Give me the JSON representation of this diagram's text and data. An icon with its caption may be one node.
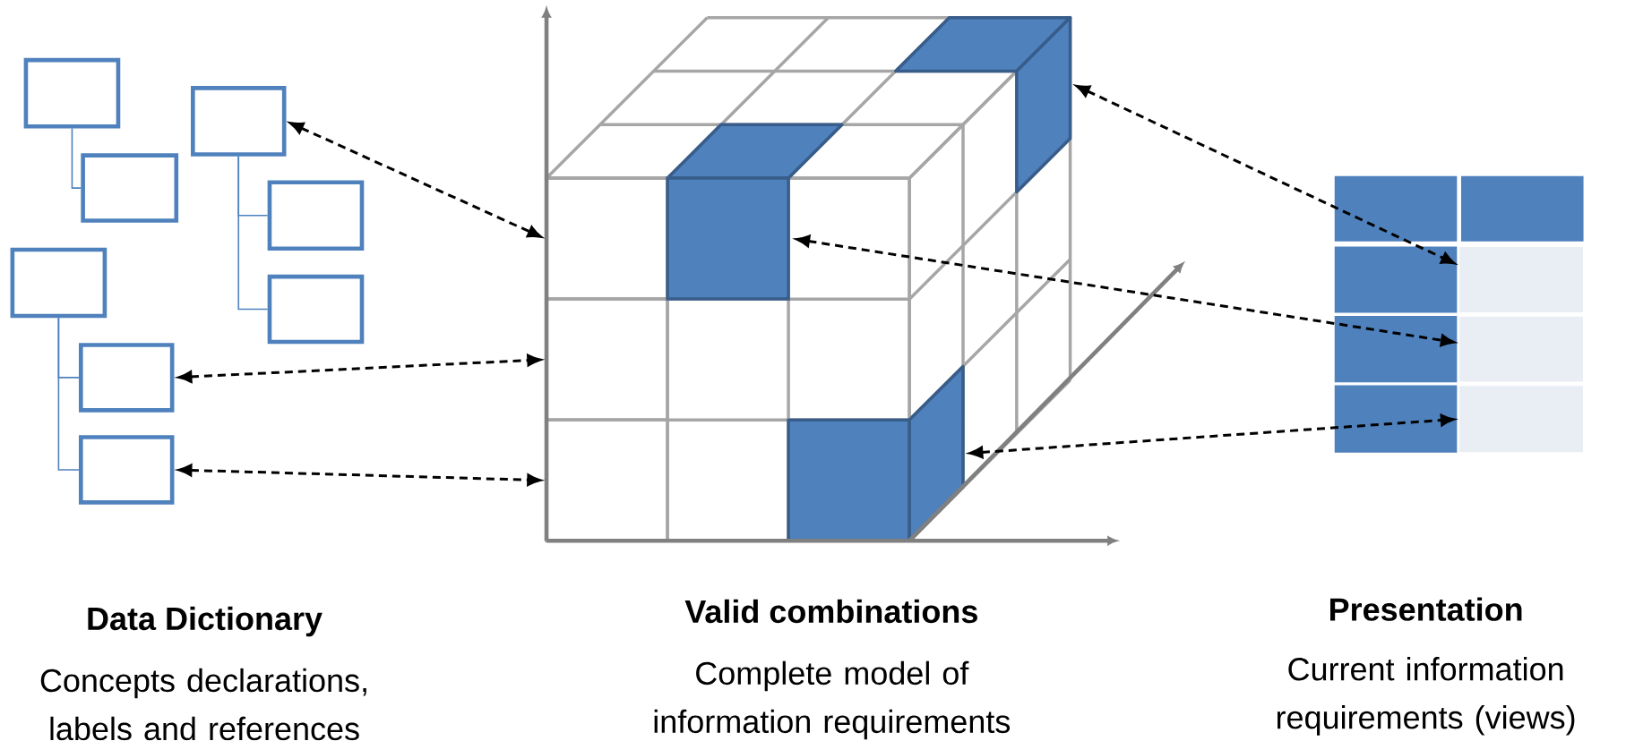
{
  "diagram": {
    "nodes": [
      {
        "text": [],
        "shape": "box"
      },
      {
        "text": [],
        "shape": "box"
      },
      {
        "text": [],
        "shape": "box"
      },
      {
        "text": [],
        "shape": "box"
      },
      {
        "text": [],
        "shape": "box"
      },
      {
        "text": [],
        "shape": "box"
      },
      {
        "text": [],
        "shape": "box"
      },
      {
        "text": [],
        "shape": "box"
      },
      {
        "text": [],
        "shape": "box"
      },
      {
        "text": [],
        "shape": "box"
      },
      {
        "text": [],
        "shape": "box"
      },
      {
        "text": [],
        "shape": "box"
      },
      {
        "text": [],
        "shape": "box"
      },
      {
        "text": [],
        "shape": "box"
      },
      {
        "text": [],
        "shape": "box"
      },
      {
        "text": [],
        "shape": "box"
      },
      {
        "text": [],
        "shape": "box"
      }
    ],
    "edges": [
      {
        "from": 0,
        "to": 1,
        "arrow": "none",
        "color": "#4f81bd"
      },
      {
        "from": 2,
        "to": 3,
        "arrow": "none",
        "color": "#4f81bd"
      },
      {
        "from": 2,
        "to": 4,
        "arrow": "none",
        "color": "#4f81bd"
      },
      {
        "from": 5,
        "to": 6,
        "arrow": "none",
        "color": "#4f81bd"
      },
      {
        "from": 5,
        "to": 7,
        "arrow": "none",
        "color": "#4f81bd"
      },
      {
        "from": 2,
        "to": 8,
        "arrow": "both",
        "style": "dashed"
      },
      {
        "from": 6,
        "to": 9,
        "arrow": "both",
        "style": "dashed"
      },
      {
        "from": 7,
        "to": 10,
        "arrow": "both",
        "style": "dashed"
      },
      {
        "from": 12,
        "to": 14,
        "arrow": "both",
        "style": "dashed"
      },
      {
        "from": 11,
        "to": 15,
        "arrow": "both",
        "style": "dashed"
      },
      {
        "from": 13,
        "to": 16,
        "arrow": "both",
        "style": "dashed"
      }
    ],
    "labels": [
      "Data Dictionary",
      "Concepts declarations, labels and references",
      "Valid combinations",
      "Complete model of information requirements",
      "Presentation",
      "Current information requirements (views)"
    ]
  }
}
